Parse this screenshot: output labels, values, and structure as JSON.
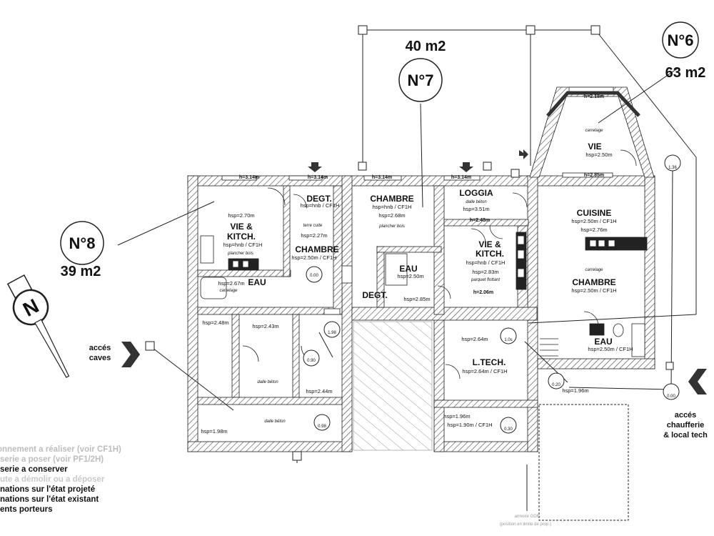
{
  "lots": [
    {
      "number": "N°6",
      "area": "63 m2"
    },
    {
      "number": "N°7",
      "area": "40 m2"
    },
    {
      "number": "N°8",
      "area": "39 m2"
    }
  ],
  "compass": {
    "label": "N"
  },
  "rooms": {
    "vie_n6": {
      "name": "VIE",
      "hsp": "hsp=2.50m"
    },
    "cuisine": {
      "name": "CUISINE",
      "hsp": "hsp=2.50m / CF1H",
      "hsp2": "hsp=2.76m"
    },
    "chambre_n6": {
      "name": "CHAMBRE",
      "hsp": "hsp=2.50m / CF1H"
    },
    "eau_n6": {
      "name": "EAU",
      "hsp": "hsp=2.50m / CF1H"
    },
    "loggia": {
      "name": "LOGGIA",
      "note": "dalle béton",
      "hsp": "hsp=3.51m"
    },
    "vie_kitch_n7": {
      "name1": "VIE &",
      "name2": "KITCH.",
      "hsp": "hsp=hnb / CF1H",
      "hsp2": "hsp=2.83m",
      "note": "parquet flottant"
    },
    "chambre_n7": {
      "name": "CHAMBRE",
      "hsp": "hsp=hnb / CF1H",
      "hsp2": "hsp=2.68m",
      "note": "plancher bois"
    },
    "eau_n7": {
      "name": "EAU",
      "hsp": "hsp=2.50m"
    },
    "degt_n7": {
      "name": "DEGT.",
      "hsp": "hsp=2.85m"
    },
    "vie_kitch_n8": {
      "name1": "VIE &",
      "name2": "KITCH.",
      "hsp": "hsp=2.70m",
      "hsp2": "hsp=hnb / CF1H",
      "note": "plancher bois"
    },
    "degt_n8": {
      "name": "DEGT.",
      "hsp": "hsp=hnb / CF1H"
    },
    "chambre_n8": {
      "name": "CHAMBRE",
      "hsp": "hsp=2.50m / CF1H",
      "hsp2": "hsp=2.27m",
      "note": "terre cuite"
    },
    "eau_n8": {
      "name": "EAU",
      "hsp": "hsp=2.67m",
      "note": "carrelage"
    },
    "ltech": {
      "name": "L.TECH.",
      "hsp": "hsp=2.64m / CF1H",
      "hsp2": "hsp=2.64m"
    }
  },
  "dimensions": {
    "h_2_18": "h=2.18m",
    "h_2_85": "h=2.85m",
    "h_3_14": "h=3.14m",
    "h_2_43": "h=2.43m",
    "h_2_06": "h=2.06m",
    "hsp_2_48": "hsp=2.48m",
    "hsp_2_43": "hsp=2.43m",
    "hsp_2_44": "hsp=2.44m",
    "hsp_1_98": "hsp=1.98m",
    "hsp_1_96": "hsp=1.96m",
    "hsp_1_90": "hsp=1.90m / CF1H",
    "dalle_beton": "dalle béton",
    "carrelage": "carrelage",
    "carrelage_n6": "carrelage"
  },
  "levels": [
    "1.36",
    "0.00",
    "1.98",
    "0.90",
    "0.98",
    "1.0s",
    "0.20",
    "0.30",
    "0.00"
  ],
  "access": {
    "caves_line1": "accés",
    "caves_line2": "caves",
    "chaufferie_line1": "accés",
    "chaufferie_line2": "chaufferie",
    "chaufferie_line3": "& local tech"
  },
  "legend": [
    "onnement a réaliser (voir CF1H)",
    "serie a poser (voir PF1/2H)",
    "serie a conserver",
    "ute a démolir ou a déposer",
    "nations sur l'état projeté",
    "nations sur l'état existant",
    "ents porteurs"
  ],
  "colors": {
    "wall": "#9a9a9a",
    "ink": "#111111",
    "faded": "#b8b8b8"
  },
  "footer": {
    "note1": "armoire GDF",
    "note2": "(position en limite de prop.)"
  }
}
